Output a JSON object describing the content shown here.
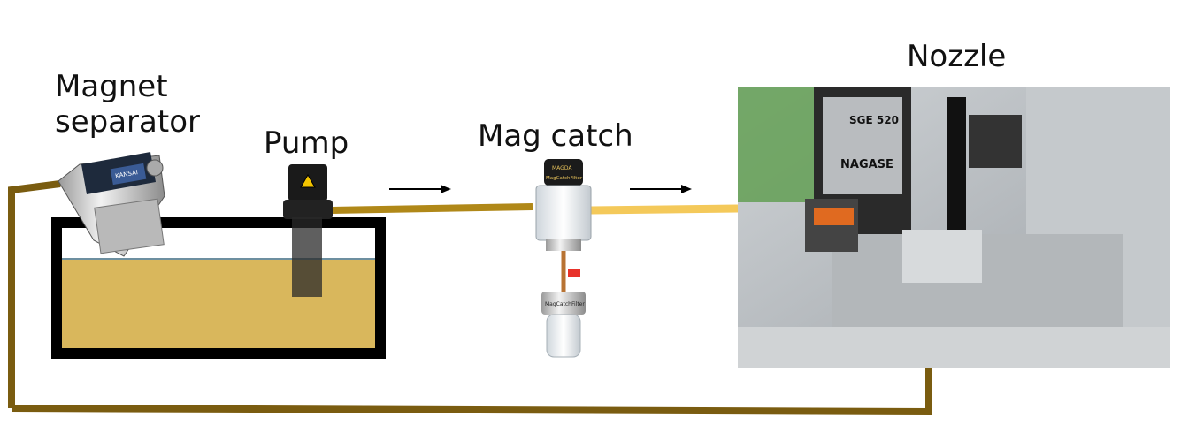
{
  "labels": {
    "magnet_separator": "Magnet separator",
    "pump": "Pump",
    "mag_catch": "Mag catch",
    "nozzle": "Nozzle"
  },
  "device_text": {
    "separator_brand": "KANSAI",
    "mag_catch_brand": "MAGDA",
    "mag_catch_filter": "MagCatchFilter",
    "machine_model": "SGE 520",
    "machine_brand": "NAGASE"
  },
  "colors": {
    "coolant_fluid": "#d9b75c",
    "return_pipe": "#7a5c10",
    "supply_pipe": "#b08818",
    "clean_pipe": "#f4c95a",
    "tank_border": "#000000"
  }
}
